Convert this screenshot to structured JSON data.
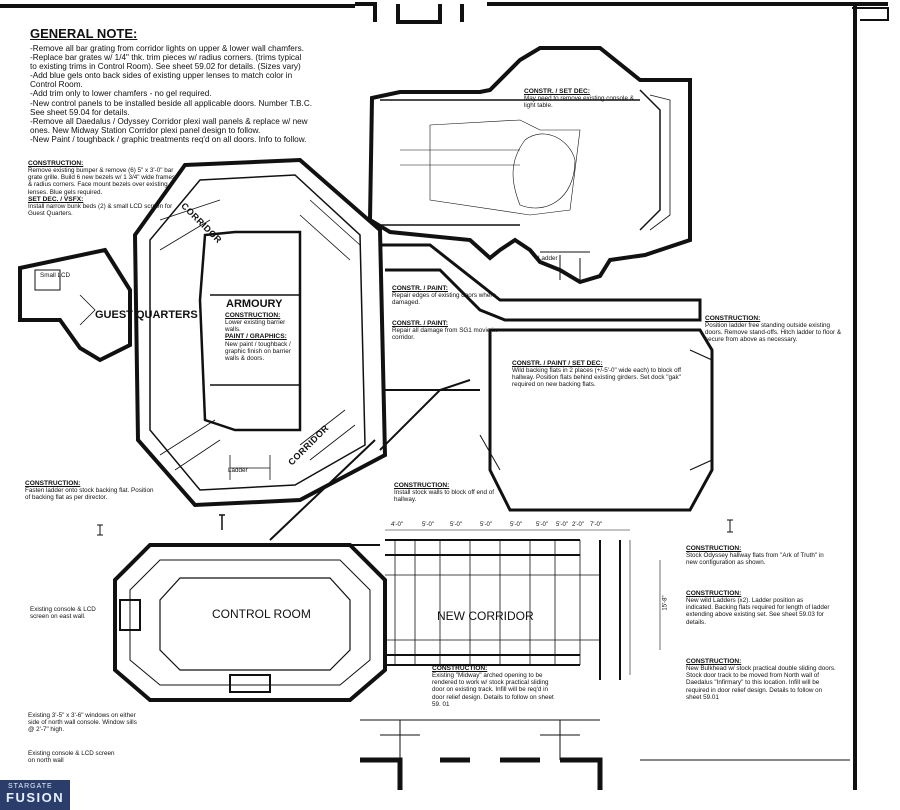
{
  "general_note": {
    "title": "GENERAL NOTE:",
    "lines": [
      "-Remove all bar grating from corridor lights  on upper & lower wall chamfers.",
      "-Replace bar grates w/ 1/4\" thk. trim pieces w/ radius corners. (trims typical",
      "  to existing trims in Control Room). See sheet 59.02 for details. (Sizes vary)",
      "-Add blue gels onto back sides of existing upper lenses to match color in",
      "  Control Room.",
      "-Add trim only to lower chamfers - no gel required.",
      "-New control panels to be installed beside all applicable doors. Number T.B.C.",
      "  See sheet 59.04 for details.",
      "-Remove all Daedalus / Odyssey Corridor plexi wall panels & replace w/ new",
      "  ones. New Midway Station Corridor plexi panel design to follow.",
      "-New Paint / toughback / graphic treatments req'd on all doors. Info to follow."
    ]
  },
  "notes": {
    "guest_construction": {
      "heading": "CONSTRUCTION:",
      "text": "Remove existing bumper & remove (6) 5\" x 3'-0\" bar grate grille. Build 6 new bezels w/ 1 3/4\" wide frames & radius corners. Face mount bezels over existing lenses. Blue gels required."
    },
    "guest_setdec": {
      "heading": "SET DEC. / VSFX:",
      "text": "Install narrow bunk beds (2) & small LCD screen for Guest Quarters."
    },
    "top_setdec": {
      "heading": "CONSTR. / SET DEC:",
      "text": "May need to remove existing console & light table."
    },
    "paint1": {
      "heading": "CONSTR. / PAINT:",
      "text": "Repair edges of existing doors where damaged."
    },
    "paint2": {
      "heading": "CONSTR. / PAINT:",
      "text": "Repair all damage from SG1 movie in corridor."
    },
    "right_construction": {
      "heading": "CONSTRUCTION:",
      "text": "Position ladder free standing outside existing doors. Remove stand-offs. Hitch ladder to floor & secure from above as necessary."
    },
    "mid_setdec": {
      "heading": "CONSTR. / PAINT / SET DEC:",
      "text": "Wild backing flats in 2 places (+/-5'-0\" wide each) to block off hallway. Position flats behind existing girders. Set dock \"gak\" required on new backing flats."
    },
    "left_construction": {
      "heading": "CONSTRUCTION:",
      "text": "Fasten ladder onto stock backing flat. Position of backing flat as per director."
    },
    "hall_construction": {
      "heading": "CONSTRUCTION:",
      "text": "Install stock walls to block off end of hallway."
    },
    "right1": {
      "heading": "CONSTRUCTION:",
      "text": "Stock Odyssey hallway flats from \"Ark of Truth\" in new configuration as shown."
    },
    "right2": {
      "heading": "CONSTRUCTION:",
      "text": "New wild Ladders (x2). Ladder position as indicated. Backing flats required for length of ladder extending above existing set. See sheet 59.03 for details."
    },
    "right3": {
      "heading": "CONSTRUCTION:",
      "text": "New Bulkhead w/ stock practical double sliding doors. Stock door track to be moved from North wall of Daedalus \"Infirmary\" to this location. Infill will be required in door relief design. Details to follow on sheet 59.01"
    },
    "bottom_construction": {
      "heading": "CONSTRUCTION:",
      "text": "Existing \"Midway\" arched opening to be rendered to work w/ stock practical sliding door on existing track. Infill will be req'd in door relief design. Details to follow on sheet 59. 01"
    },
    "console_note": "Existing console & LCD screen on east wall.",
    "windows_note": "Existing 3'-5\" x 3'-6\" windows on either side of north wall console. Window sills @ 2'-7\" high.",
    "north_console": "Existing console & LCD screen on north wall",
    "armoury_construction": {
      "heading": "CONSTRUCTION:",
      "text": "Lower existing barrier walls."
    },
    "armoury_paint": {
      "heading": "PAINT / GRAPHICS:",
      "text": "New paint / toughback / graphic finish on barrier walls & doors."
    }
  },
  "labels": {
    "guest_quarters": "GUEST QUARTERS",
    "armoury": "ARMOURY",
    "corridor_top": "CORRIDOR",
    "corridor_bottom": "CORRIDOR",
    "control_room": "CONTROL ROOM",
    "new_corridor": "NEW CORRIDOR",
    "small_lcd": "Small LCD",
    "ladder1": "Ladder",
    "ladder2": "Ladder",
    "dims": [
      "4'-0\"",
      "5'-0\"",
      "5'-0\"",
      "5'-0\"",
      "5'-0\"",
      "5'-0\"",
      "5'-0\"",
      "2'-0\"",
      "7'-0\""
    ],
    "vert_dim": "15'-8\""
  },
  "badge": {
    "line1": "STARGATE",
    "line2": "FUSION"
  },
  "colors": {
    "ink": "#111111",
    "badge_bg": "#2a3d6b"
  }
}
